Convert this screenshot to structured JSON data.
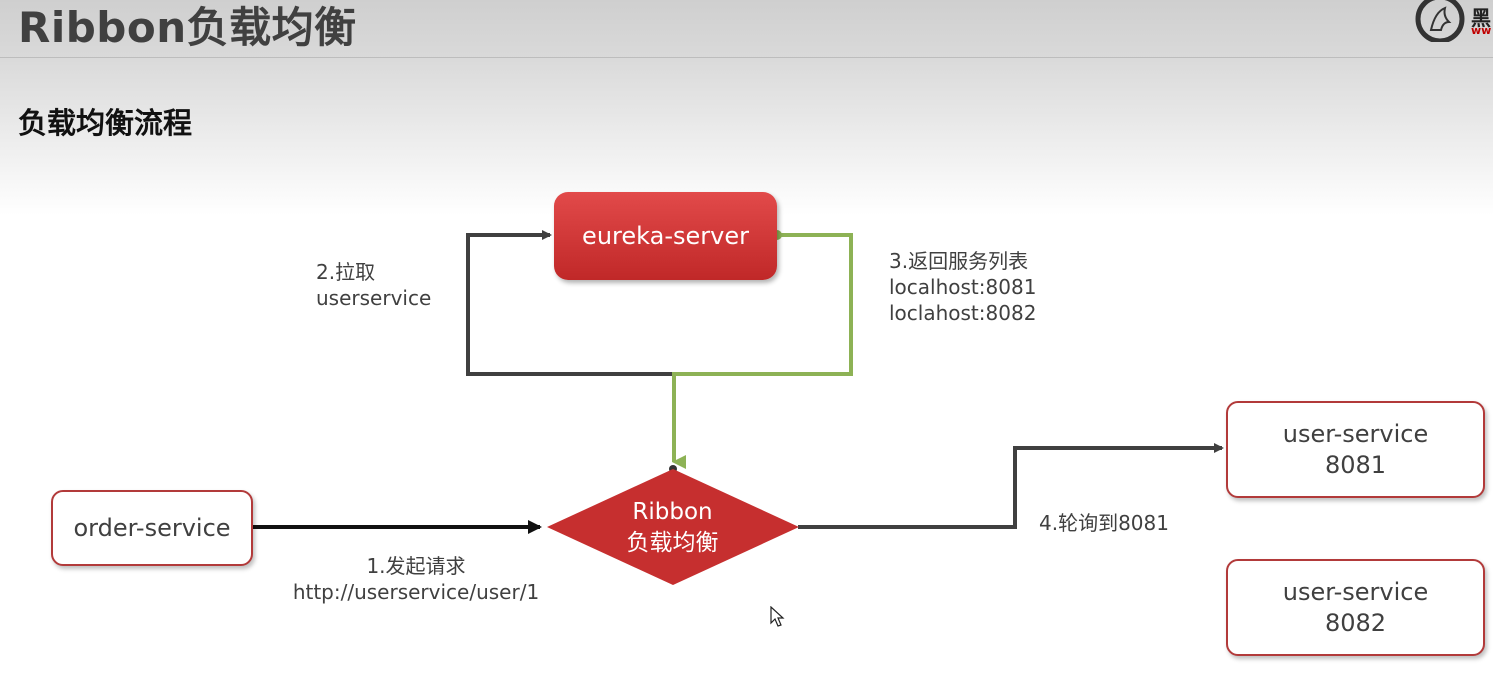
{
  "slide": {
    "title": "Ribbon负载均衡",
    "section": "负载均衡流程"
  },
  "logo": {
    "icon": "horse-logo-icon",
    "text": "黑",
    "subtext": "ww"
  },
  "nodes": {
    "eureka": "eureka-server",
    "order": "order-service",
    "ribbon_line1": "Ribbon",
    "ribbon_line2": "负载均衡",
    "user1_name": "user-service",
    "user1_port": "8081",
    "user2_name": "user-service",
    "user2_port": "8082"
  },
  "edges": {
    "step1_line1": "1.发起请求",
    "step1_line2": "http://userservice/user/1",
    "step2_line1": "2.拉取",
    "step2_line2": "userservice",
    "step3_line1": "3.返回服务列表",
    "step3_line2": "localhost:8081",
    "step3_line3": "loclahost:8082",
    "step4": "4.轮询到8081"
  },
  "colors": {
    "node_red": "#c62f2f",
    "arrow_dark": "#404040",
    "arrow_green": "#8db255",
    "border_red": "#b23a3a"
  }
}
